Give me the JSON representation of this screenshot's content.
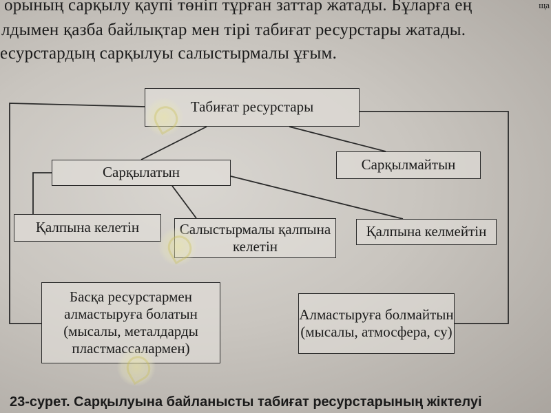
{
  "text": {
    "line1": "орының сарқылу қаупі төніп тұрған заттар жатады. Бұларға ең",
    "line2": "лдымен қазба байлықтар мен тірі табиғат ресурстары жатады.",
    "line3": "есурстардың сарқылуы салыстырмалы ұғым.",
    "corner": "ща"
  },
  "diagram": {
    "root": "Табиғат ресурстары",
    "exhaustible": "Сарқылатын",
    "nonexhaustible": "Сарқылмайтын",
    "renewable": "Қалпына келетін",
    "relatively_renewable": "Салыстырмалы қалпына келетін",
    "nonrenewable": "Қалпына келмейтін",
    "replaceable": "Басқа ресурстармен алмастыруға болатын (мысалы, металдарды пластмассалармен)",
    "nonreplaceable": "Алмастыруға болмайтын (мысалы, атмосфера, су)"
  },
  "caption": "23-сурет. Сарқылуына байланысты табиғат ресурстарының жіктелуі"
}
